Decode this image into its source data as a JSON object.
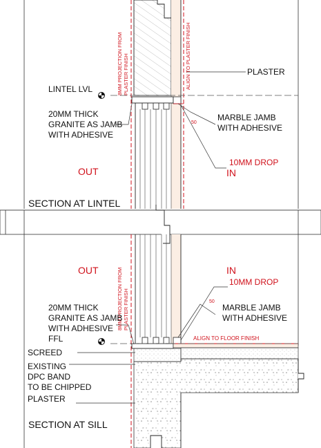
{
  "lintel": {
    "title": "SECTION AT LINTEL",
    "lintel_level": "LINTEL LVL",
    "plaster": "PLASTER",
    "granite_note": "20MM THICK\nGRANITE AS JAMB\nWITH ADHESIVE",
    "marble_note": "MARBLE JAMB\nWITH ADHESIVE",
    "dim_50": "50",
    "drop_note": "10MM DROP",
    "out": "OUT",
    "in": "IN",
    "projection_note": "8MM PROJECTION FROM\nPLASTER FINISH",
    "align_note": "ALIGN TO PLASTER FINISH"
  },
  "sill": {
    "title": "SECTION AT SILL",
    "out": "OUT",
    "in": "IN",
    "drop_note": "10MM DROP",
    "dim_50": "50",
    "granite_note": "20MM THICK\nGRANITE AS JAMB\nWITH ADHESIVE",
    "marble_note": "MARBLE JAMB\nWITH ADHESIVE",
    "ffl": "FFL",
    "screed": "SCREED",
    "dpc_note": "EXISTING\nDPC BAND\nTO BE CHIPPED",
    "plaster": "PLASTER",
    "projection_note": "8MM PROJECTION FROM\nPLASTER FINISH",
    "align_note": "ALIGN TO FLOOR FINISH"
  },
  "colors": {
    "line": "#222222",
    "red": "#d0111b",
    "grey": "#8a8a8a",
    "peach": "#fbeee4"
  }
}
